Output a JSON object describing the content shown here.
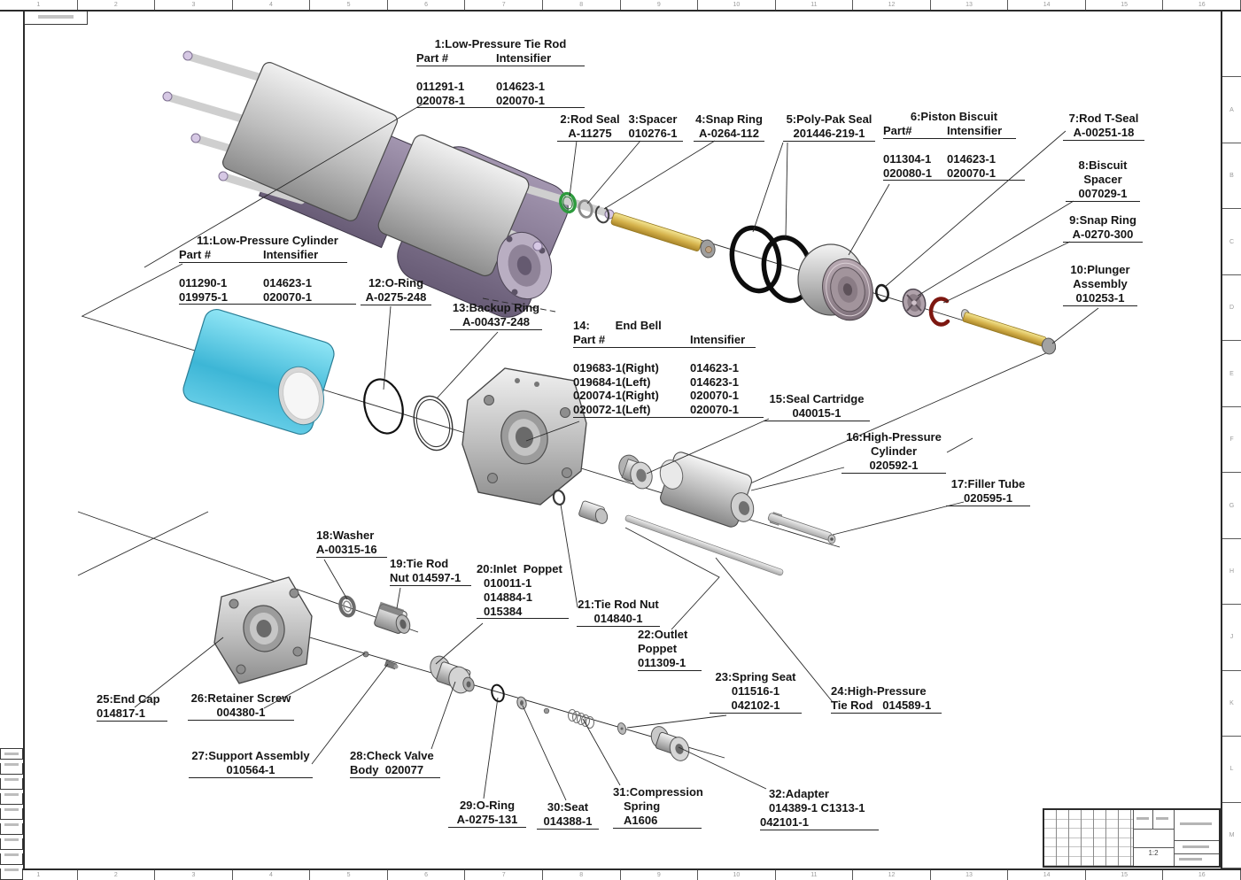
{
  "sheet": {
    "zones_top": [
      "1",
      "2",
      "3",
      "4",
      "5",
      "6",
      "7",
      "8",
      "9",
      "10",
      "11",
      "12",
      "13",
      "14",
      "15",
      "16"
    ],
    "zones_bottom": [
      "1",
      "2",
      "3",
      "4",
      "5",
      "6",
      "7",
      "8",
      "9",
      "10",
      "11",
      "12",
      "13",
      "14",
      "15",
      "16"
    ],
    "zones_right": [
      "A",
      "B",
      "C",
      "D",
      "E",
      "F",
      "G",
      "H",
      "J",
      "K",
      "L",
      "M"
    ]
  },
  "title_block": {
    "scale": "1:2"
  },
  "colors": {
    "cylinder_cyan": "#3db6d6",
    "rod_gold": "#d3b049",
    "seal_green": "#2e9b3e",
    "snap_ring_red": "#7d1710",
    "seal_black": "#111111",
    "flange_purple": "#8b7f96",
    "metal_gray": "#c0c0c0"
  },
  "labels": [
    {
      "num": "1",
      "title": "1:Low-Pressure Tie Rod",
      "headers": [
        "Part #",
        "Intensifier"
      ],
      "rows": [
        [
          "011291-1",
          "014623-1"
        ],
        [
          "020078-1",
          "020070-1"
        ]
      ]
    },
    {
      "num": "2",
      "lines": [
        "2:Rod Seal",
        "A-11275"
      ]
    },
    {
      "num": "3",
      "lines": [
        "3:Spacer",
        "010276-1"
      ]
    },
    {
      "num": "4",
      "lines": [
        "4:Snap Ring",
        "A-0264-112"
      ]
    },
    {
      "num": "5",
      "lines": [
        "5:Poly-Pak Seal",
        "201446-219-1"
      ]
    },
    {
      "num": "6",
      "title": "6:Piston Biscuit",
      "headers": [
        "Part#",
        "Intensifier"
      ],
      "rows": [
        [
          "011304-1",
          "014623-1"
        ],
        [
          "020080-1",
          "020070-1"
        ]
      ]
    },
    {
      "num": "7",
      "lines": [
        "7:Rod T-Seal",
        "A-00251-18"
      ]
    },
    {
      "num": "8",
      "lines": [
        "8:Biscuit",
        "Spacer",
        "007029-1"
      ]
    },
    {
      "num": "9",
      "lines": [
        "9:Snap Ring",
        "A-0270-300"
      ]
    },
    {
      "num": "10",
      "lines": [
        "10:Plunger",
        "Assembly",
        "010253-1"
      ]
    },
    {
      "num": "11",
      "title": "11:Low-Pressure Cylinder",
      "headers": [
        "Part #",
        "Intensifier"
      ],
      "rows": [
        [
          "011290-1",
          "014623-1"
        ],
        [
          "019975-1",
          "020070-1"
        ]
      ]
    },
    {
      "num": "12",
      "lines": [
        "12:O-Ring",
        "A-0275-248"
      ]
    },
    {
      "num": "13",
      "lines": [
        "13:Backup Ring",
        "A-00437-248"
      ]
    },
    {
      "num": "14",
      "title": "14:        End Bell",
      "headers": [
        "Part #",
        "Intensifier"
      ],
      "rows": [
        [
          "019683-1(Right)",
          "014623-1"
        ],
        [
          "019684-1(Left)",
          "014623-1"
        ],
        [
          "020074-1(Right)",
          "020070-1"
        ],
        [
          "020072-1(Left)",
          "020070-1"
        ]
      ]
    },
    {
      "num": "15",
      "lines": [
        "15:Seal Cartridge",
        "040015-1"
      ]
    },
    {
      "num": "16",
      "lines": [
        "16:High-Pressure",
        "Cylinder",
        "020592-1"
      ]
    },
    {
      "num": "17",
      "lines": [
        "17:Filler Tube",
        "020595-1"
      ]
    },
    {
      "num": "18",
      "lines": [
        "18:Washer",
        "A-00315-16"
      ]
    },
    {
      "num": "19",
      "lines": [
        "19:Tie Rod",
        "Nut 014597-1"
      ]
    },
    {
      "num": "20",
      "lines": [
        "20:Inlet  Poppet",
        "010011-1",
        "014884-1",
        "015384"
      ]
    },
    {
      "num": "21",
      "lines": [
        "21:Tie Rod Nut",
        "014840-1"
      ]
    },
    {
      "num": "22",
      "lines": [
        "22:Outlet",
        "Poppet",
        "011309-1"
      ]
    },
    {
      "num": "23",
      "lines": [
        "23:Spring Seat",
        "011516-1",
        "042102-1"
      ]
    },
    {
      "num": "24",
      "lines": [
        "24:High-Pressure",
        "Tie Rod   014589-1"
      ]
    },
    {
      "num": "25",
      "lines": [
        "25:End Cap",
        "014817-1"
      ]
    },
    {
      "num": "26",
      "lines": [
        "26:Retainer Screw",
        "004380-1"
      ]
    },
    {
      "num": "27",
      "lines": [
        "27:Support Assembly",
        "010564-1"
      ]
    },
    {
      "num": "28",
      "lines": [
        "28:Check Valve",
        "Body  020077"
      ]
    },
    {
      "num": "29",
      "lines": [
        "29:O-Ring",
        "A-0275-131"
      ]
    },
    {
      "num": "30",
      "lines": [
        "30:Seat",
        "014388-1"
      ]
    },
    {
      "num": "31",
      "lines": [
        "31:Compression",
        "Spring",
        "A1606"
      ]
    },
    {
      "num": "32",
      "lines": [
        "32:Adapter",
        "014389-1 C1313-1",
        "042101-1"
      ]
    }
  ]
}
